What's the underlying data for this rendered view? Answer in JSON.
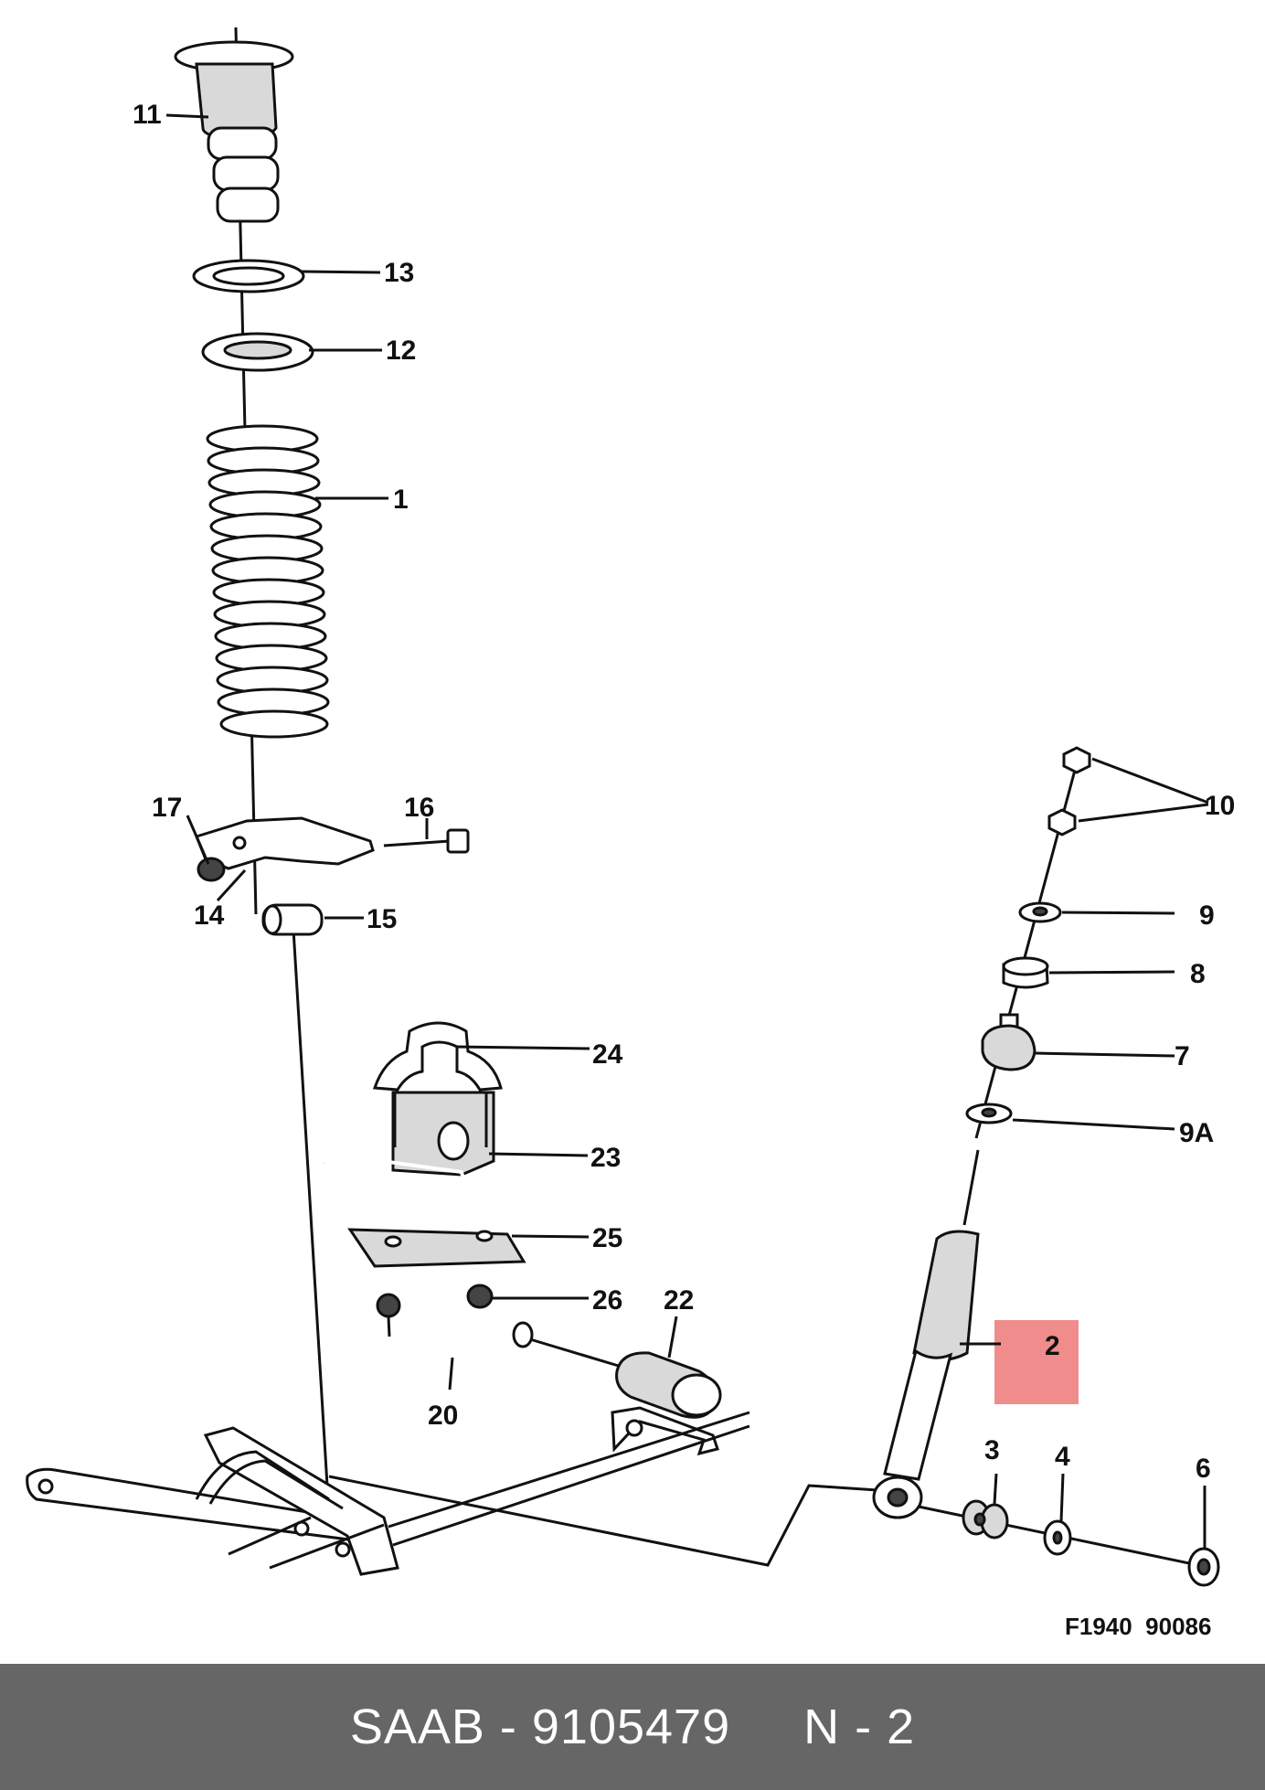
{
  "diagram": {
    "figure_code": "F1940  90086",
    "highlight_color": "#f08080",
    "callouts": {
      "c1": "1",
      "c2": "2",
      "c3": "3",
      "c4": "4",
      "c6": "6",
      "c7": "7",
      "c8": "8",
      "c9": "9",
      "c9a": "9A",
      "c10": "10",
      "c11": "11",
      "c12": "12",
      "c13": "13",
      "c14": "14",
      "c15": "15",
      "c16": "16",
      "c17": "17",
      "c20": "20",
      "c22": "22",
      "c23": "23",
      "c24": "24",
      "c25": "25",
      "c26": "26"
    }
  },
  "footer": {
    "caption": "SAAB - 9105479     N - 2",
    "background": "#666666"
  }
}
